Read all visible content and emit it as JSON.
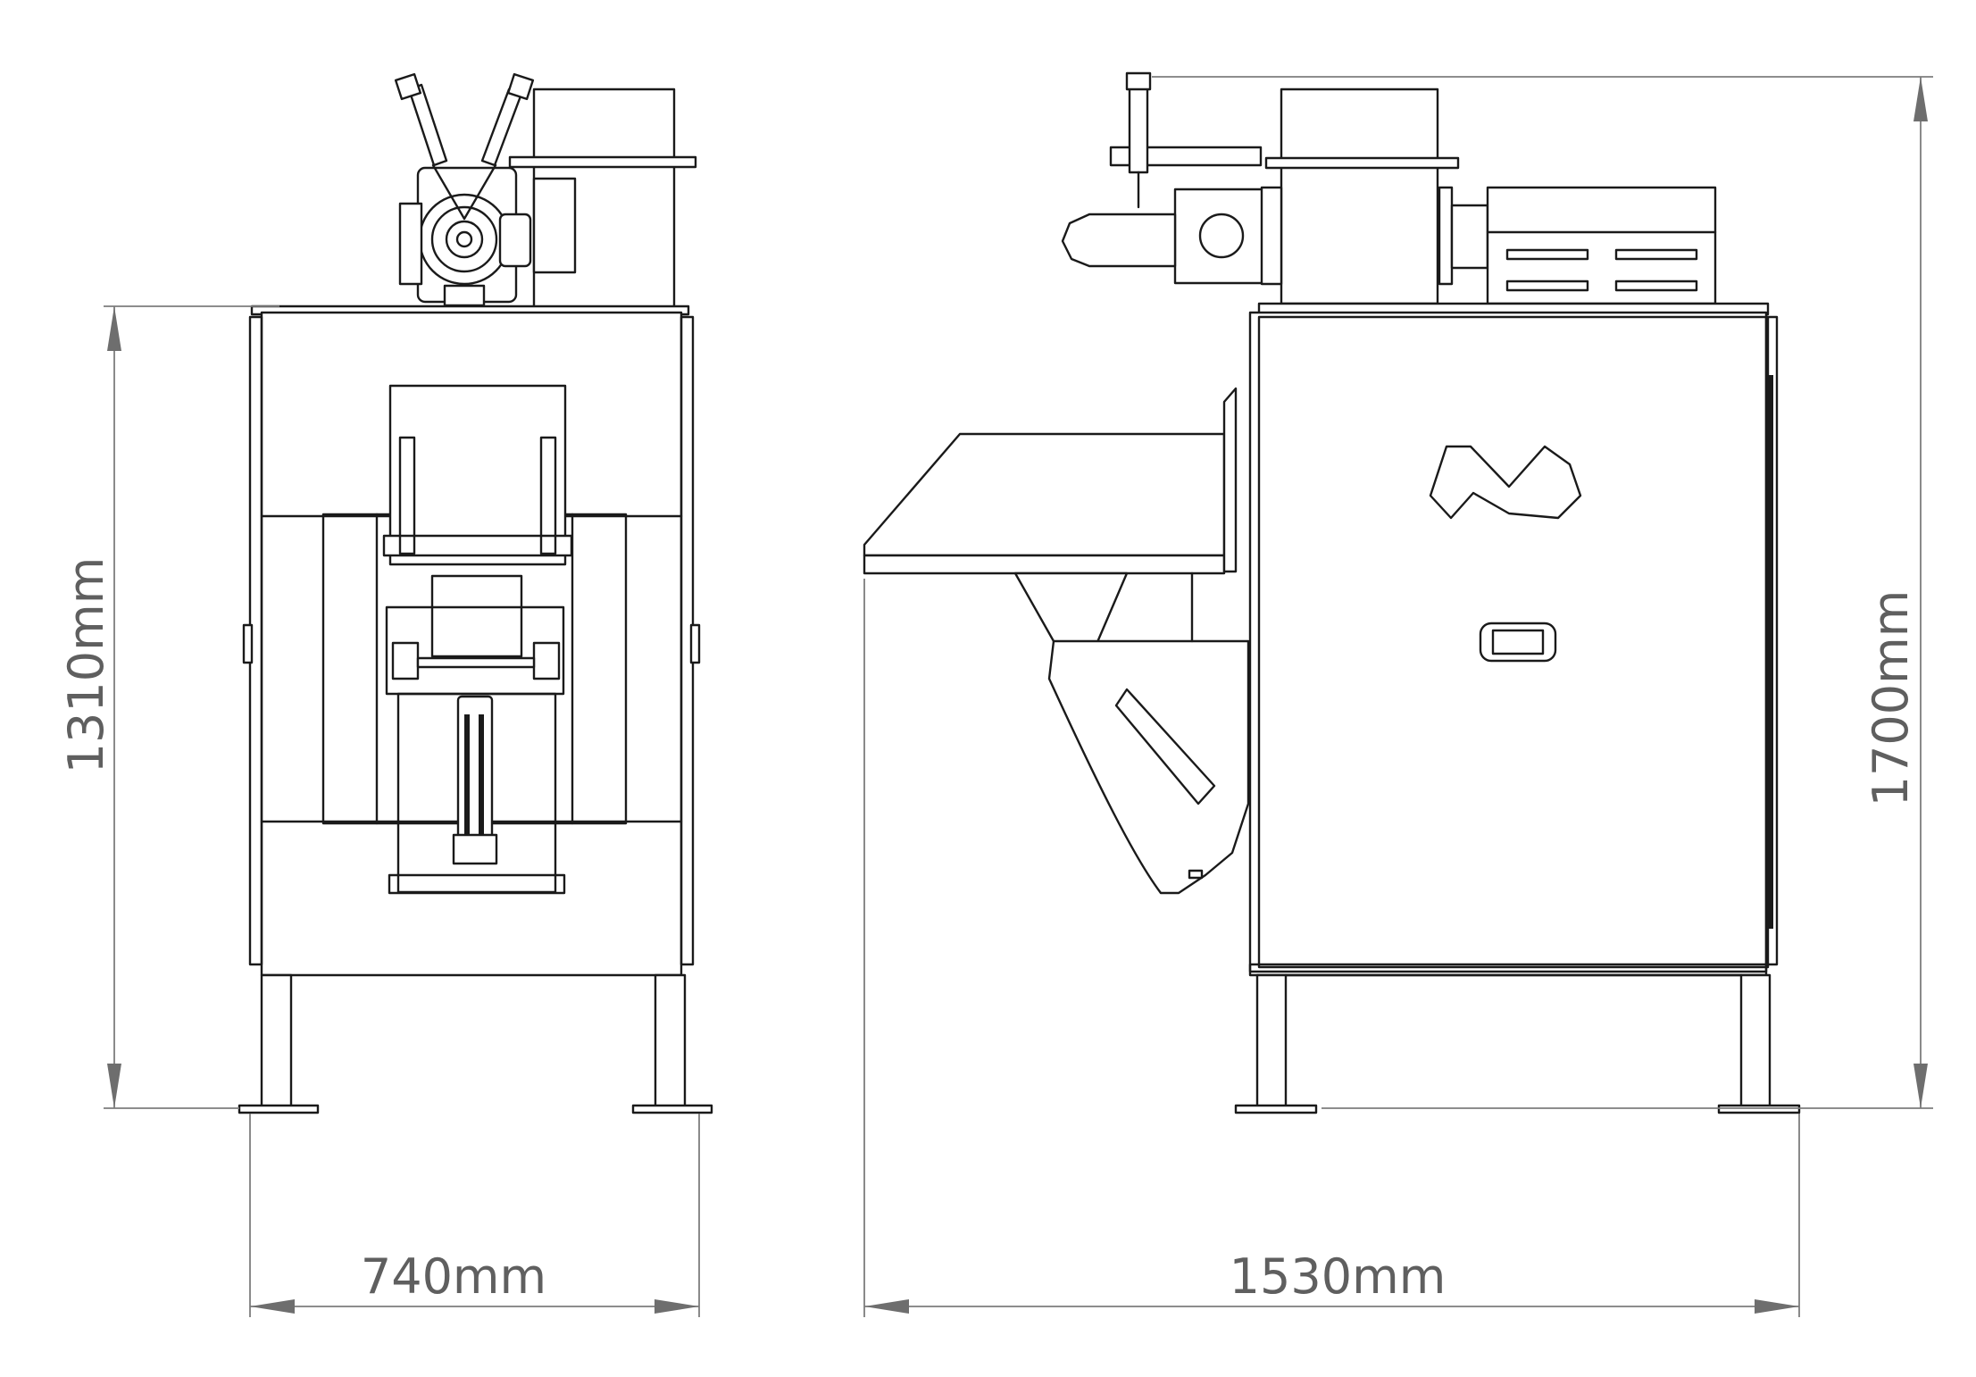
{
  "dimensions": {
    "front_height": "1310mm",
    "front_width": "740mm",
    "side_width": "1530mm",
    "total_height": "1700mm"
  },
  "colors": {
    "line": "#1a1a1a",
    "dimension_line": "#7d7d7d",
    "dimension_text": "#5f5f5f",
    "background": "#ffffff"
  }
}
